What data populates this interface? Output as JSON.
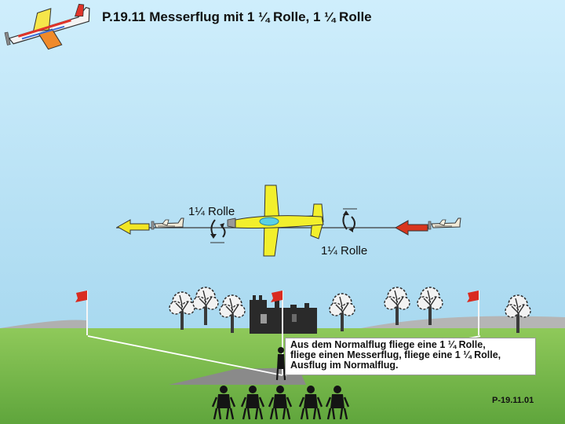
{
  "title": "P.19.11 Messerflug mit 1 ¼ Rolle, 1 ¼ Rolle",
  "labels": {
    "roll_left": "1¼ Rolle",
    "roll_right": "1¼ Rolle"
  },
  "description": {
    "line1": "Aus dem Normalflug fliege eine 1 ¼ Rolle,",
    "line2": "fliege einen Messerflug, fliege eine 1 ¼ Rolle,",
    "line3": "Ausflug im Normalflug."
  },
  "code": "P-19.11.01",
  "colors": {
    "sky": "#b8e2f4",
    "grass": "#7fbc4e",
    "runway": "#8a8a8a",
    "plane_yellow": "#f2ef2c",
    "entry_arrow": "#d8361e",
    "exit_arrow": "#f2e624",
    "flag": "#d92b20"
  },
  "icons": [
    "logo-airplane-icon",
    "entry-arrow-icon",
    "exit-arrow-icon",
    "roll-arrow-icon",
    "flag-icon",
    "tree-icon",
    "castle-icon",
    "spectator-icon",
    "pilot-icon"
  ]
}
